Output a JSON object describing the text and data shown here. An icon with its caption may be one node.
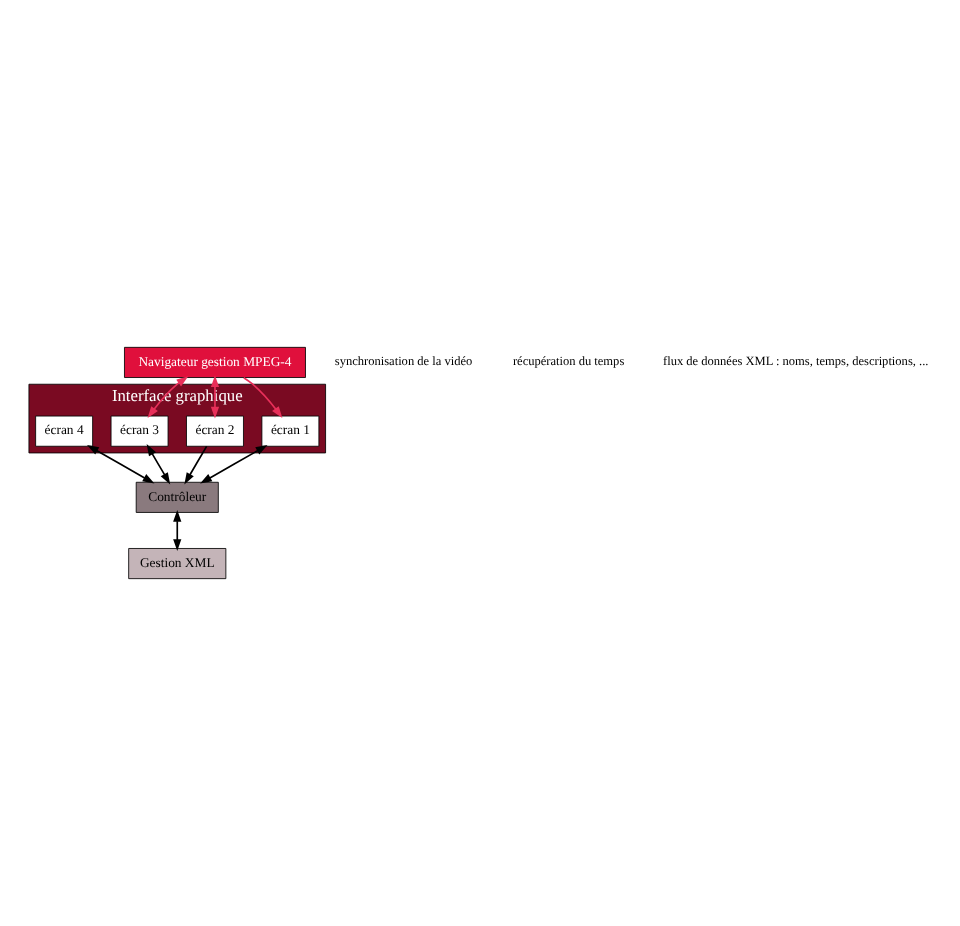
{
  "diagram": {
    "nodes": [
      {
        "text": [
          "Interface graphique"
        ]
      },
      {
        "text": [
          "écran 1"
        ],
        "in": 0
      },
      {
        "text": [
          "écran 2"
        ],
        "in": 0
      },
      {
        "text": [
          "écran 3"
        ],
        "in": 0
      },
      {
        "text": [
          "écran 4"
        ],
        "in": 0
      },
      {
        "text": [
          "Navigateur gestion MPEG-4"
        ]
      },
      {
        "text": [
          "Contrôleur"
        ]
      },
      {
        "text": [
          "Gestion XML"
        ]
      }
    ],
    "edges": [
      {
        "from": 5,
        "to": 1,
        "arrow": "to",
        "color": "#e8305a"
      },
      {
        "from": 5,
        "to": 2,
        "arrow": "both",
        "color": "#e8305a"
      },
      {
        "from": 5,
        "to": 3,
        "arrow": "both",
        "color": "#e8305a"
      },
      {
        "from": 1,
        "to": 6,
        "arrow": "both"
      },
      {
        "from": 2,
        "to": 6,
        "arrow": "to"
      },
      {
        "from": 3,
        "to": 6,
        "arrow": "both"
      },
      {
        "from": 4,
        "to": 6,
        "arrow": "both"
      },
      {
        "from": 6,
        "to": 7,
        "arrow": "both"
      }
    ],
    "labels": [
      "synchronisation de la vidéo",
      "récupération du temps",
      "flux de données XML : noms, temps, descriptions, ..."
    ]
  }
}
